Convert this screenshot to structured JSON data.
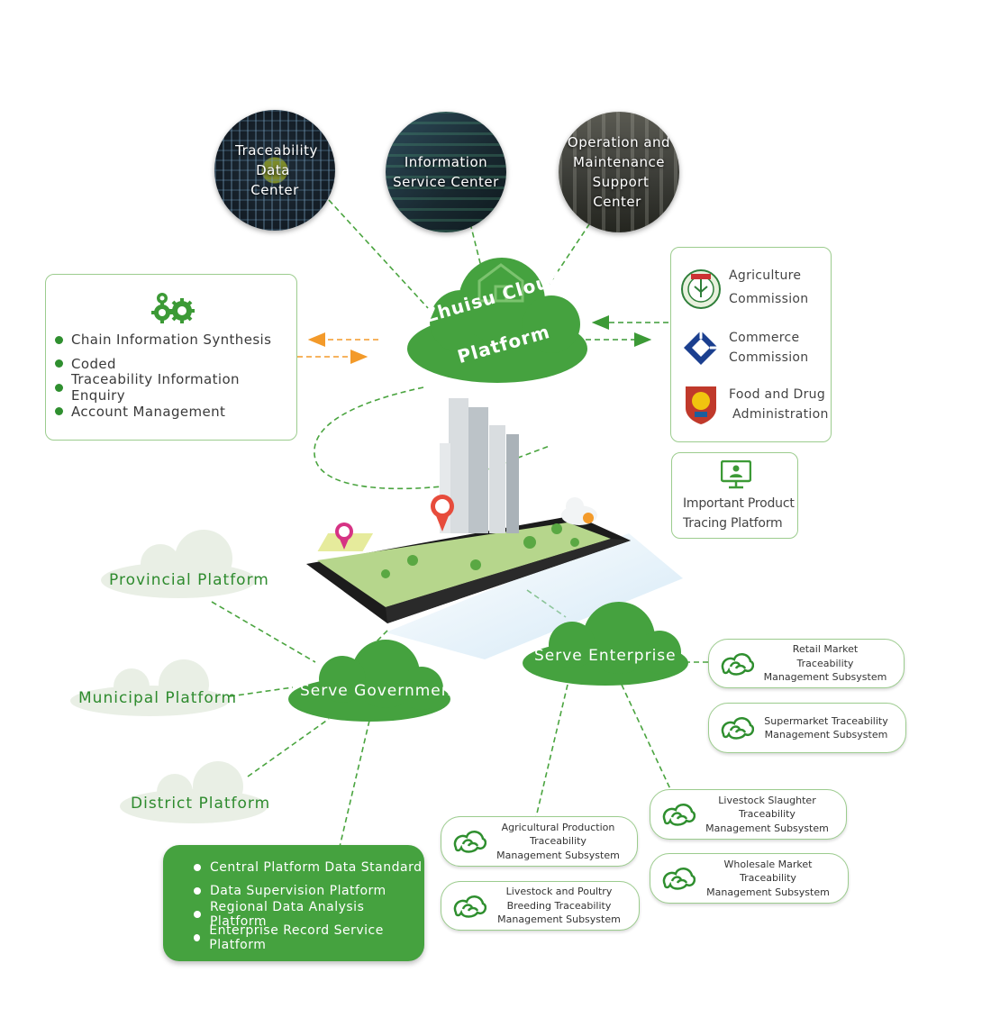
{
  "centers": [
    {
      "label_line1": "Traceability Data",
      "label_line2": "Center"
    },
    {
      "label_line1": "Information",
      "label_line2": "Service Center"
    },
    {
      "label_line1": "Operation and",
      "label_line2": "Maintenance",
      "label_line3": "Support Center"
    }
  ],
  "platform": {
    "line1": "Zhuisu Cloud",
    "line2": "Platform"
  },
  "features": [
    "Chain Information Synthesis",
    "Coded",
    "Traceability Information Enquiry",
    "Account Management"
  ],
  "commissions": [
    {
      "line1": "Agriculture",
      "line2": "Commission"
    },
    {
      "line1": "Commerce",
      "line2": "Commission"
    },
    {
      "line1": "Food and Drug",
      "line2": "Administration"
    }
  ],
  "tracing_platform": {
    "line1": "Important Product",
    "line2": "Tracing Platform"
  },
  "serve_government": "Serve Government",
  "serve_enterprise": "Serve Enterprise",
  "gov_platforms": [
    "Provincial Platform",
    "Municipal Platform",
    "District Platform"
  ],
  "gov_services": [
    "Central Platform Data Standard",
    "Data Supervision Platform",
    "Regional Data Analysis Platform",
    "Enterprise Record Service Platform"
  ],
  "subsystems": [
    {
      "line1": "Retail Market",
      "line2": "Traceability",
      "line3": "Management Subsystem"
    },
    {
      "line1": "Supermarket Traceability",
      "line2": "Management Subsystem"
    },
    {
      "line1": "Livestock Slaughter",
      "line2": "Traceability",
      "line3": "Management Subsystem"
    },
    {
      "line1": "Agricultural Production",
      "line2": "Traceability",
      "line3": "Management Subsystem"
    },
    {
      "line1": "Wholesale Market",
      "line2": "Traceability",
      "line3": "Management Subsystem"
    },
    {
      "line1": "Livestock and Poultry",
      "line2": "Breeding Traceability",
      "line3": "Management Subsystem"
    }
  ],
  "colors": {
    "green": "#45a23f",
    "dark_green": "#2f8f2f",
    "orange": "#f39a2a",
    "border": "#9ccc8e",
    "pale_cloud": "#e9efe5"
  }
}
